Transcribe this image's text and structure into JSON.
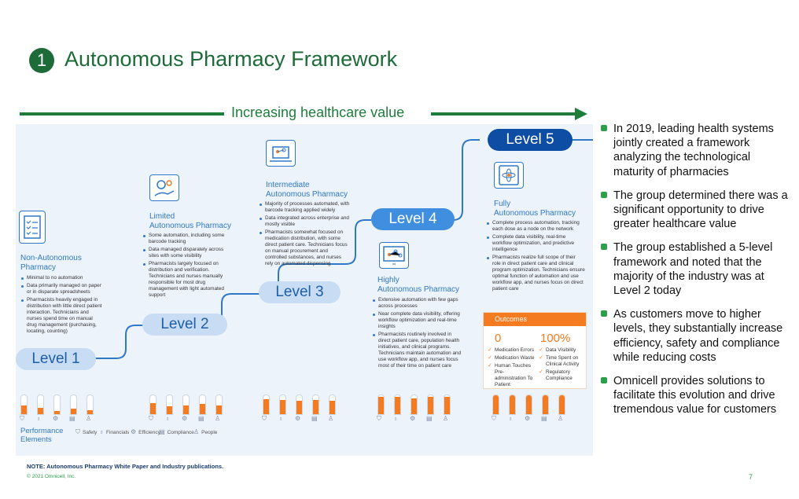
{
  "slide": {
    "number_badge": "1",
    "title": "Autonomous Pharmacy Framework",
    "arrow_label": "Increasing healthcare value",
    "note": "NOTE: Autonomous Pharmacy White Paper and Industry publications.",
    "copyright": "© 2021 Omnicell, Inc.",
    "page_number": "7"
  },
  "levels": [
    {
      "label": "Level 1",
      "heading_line1": "Non-Autonomous",
      "heading_line2": "Pharmacy",
      "icon": "clipboard-checklist-icon",
      "bullets": [
        "Minimal to no automation",
        "Data primarily managed on paper or in disparate spreadsheets",
        "Pharmacists heavily engaged in distribution with little direct patient interaction. Technicians and nurses spend time on manual drug management (purchasing, locating, counting)"
      ],
      "bar_levels": [
        0.45,
        0.35,
        0.15,
        0.3,
        0.2
      ]
    },
    {
      "label": "Level 2",
      "heading_line1": "Limited",
      "heading_line2": "Autonomous Pharmacy",
      "icon": "hand-gears-icon",
      "bullets": [
        "Some automation, including some barcode tracking",
        "Data managed disparately across sites with some visibility",
        "Pharmacists largely focused on distribution and verification. Technicians and nurses manually responsible for most drug management with light automated support"
      ],
      "bar_levels": [
        0.6,
        0.4,
        0.45,
        0.55,
        0.45
      ]
    },
    {
      "label": "Level 3",
      "heading_line1": "Intermediate",
      "heading_line2": "Autonomous Pharmacy",
      "icon": "laptop-network-icon",
      "bullets": [
        "Majority of processes automated, with barcode tracking applied widely",
        "Data integrated across enterprise and mostly visible",
        "Pharmacists somewhat focused on medication distribution, with some direct patient care. Technicians focus on manual procurement and controlled substances, and nurses rely on automated dispensing"
      ],
      "bar_levels": [
        0.8,
        0.75,
        0.7,
        0.75,
        0.7
      ]
    },
    {
      "label": "Level 4",
      "heading_line1": "Highly",
      "heading_line2": "Autonomous Pharmacy",
      "icon": "monitor-network-icon",
      "bullets": [
        "Extensive automation with few gaps across processes",
        "Near complete data visibility, offering workflow optimization and real-time insights",
        "Pharmacists routinely involved in direct patient care, population health initiatives, and clinical programs. Technicians maintain automation and use workflow app, and nurses focus most of their time on patient care"
      ],
      "bar_levels": [
        0.9,
        0.9,
        0.85,
        0.9,
        0.9
      ]
    },
    {
      "label": "Level 5",
      "heading_line1": "Fully",
      "heading_line2": "Autonomous Pharmacy",
      "icon": "tablet-atom-icon",
      "bullets": [
        "Complete process automation, tracking each dose as a node on the network",
        "Complete data visibility, real-time workflow optimization, and predictive intelligence",
        "Pharmacists realize full scope of their role in direct patient care and clinical program optimization. Technicians ensure optimal function of automation and use workflow app, and nurses focus on direct patient care"
      ],
      "bar_levels": [
        1.0,
        1.0,
        1.0,
        1.0,
        1.0
      ]
    }
  ],
  "outcomes": {
    "header": "Outcomes",
    "left_value": "0",
    "right_value": "100%",
    "left_items": [
      "Medication Errors",
      "Medication Waste",
      "Human Touches Pre-administration To Patient"
    ],
    "right_items": [
      "Data Visibility",
      "Time Spent on Clinical Activity",
      "Regulatory Compliance"
    ]
  },
  "performance": {
    "label_line1": "Performance",
    "label_line2": "Elements",
    "legend": [
      {
        "label": "Safety",
        "icon": "shield-icon"
      },
      {
        "label": "Financials",
        "icon": "money-bag-icon"
      },
      {
        "label": "Efficiency",
        "icon": "gear-icon"
      },
      {
        "label": "Compliance",
        "icon": "document-check-icon"
      },
      {
        "label": "People",
        "icon": "person-icon"
      }
    ]
  },
  "summary_points": [
    "In 2019, leading health systems jointly created a framework analyzing the technological maturity of pharmacies",
    "The group determined there was a significant opportunity to drive greater healthcare value",
    "The group established a 5-level framework and noted that the majority of the industry was at Level 2 today",
    "As customers move to higher levels, they substantially increase efficiency, safety and compliance while reducing costs",
    "Omnicell provides solutions to facilitate this evolution and drive tremendous value for customers"
  ],
  "colors": {
    "brand_green": "#1e6b3a",
    "accent_blue": "#2f78c8",
    "outcome_orange": "#f47b20"
  }
}
